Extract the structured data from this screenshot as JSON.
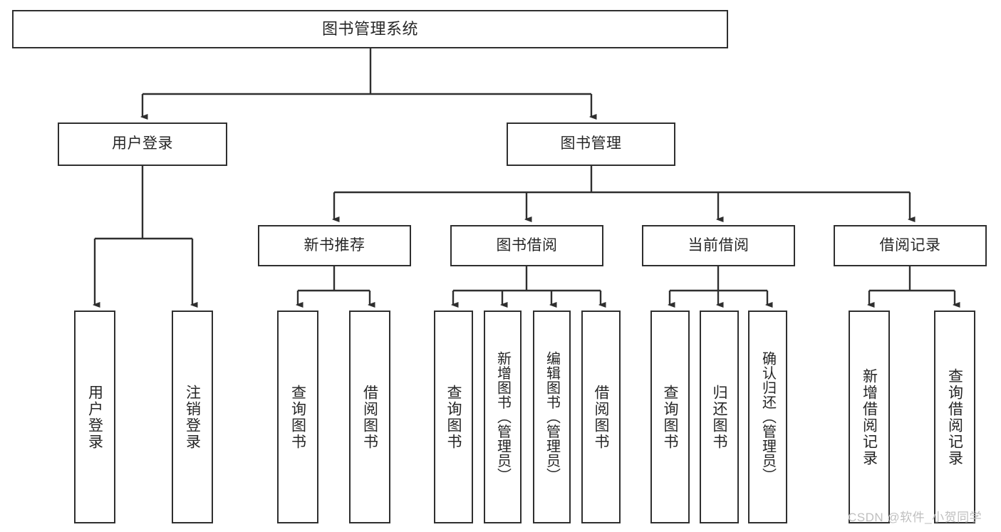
{
  "diagram": {
    "title": "图书管理系统",
    "type": "tree",
    "colors": {
      "border": "#2f2f2f",
      "fill": "#ffffff",
      "edge": "#2f2f2f",
      "text": "#262626",
      "watermark": "#bfbfbf"
    },
    "watermark": "CSDN @软件_小贺同学",
    "nodes": {
      "root": {
        "label": "图书管理系统"
      },
      "level2": [
        {
          "id": "user-login",
          "label": "用户登录"
        },
        {
          "id": "book-manage",
          "label": "图书管理"
        }
      ],
      "level3": [
        {
          "id": "new-book-recommend",
          "label": "新书推荐"
        },
        {
          "id": "book-borrow",
          "label": "图书借阅"
        },
        {
          "id": "current-borrow",
          "label": "当前借阅"
        },
        {
          "id": "borrow-record",
          "label": "借阅记录"
        }
      ],
      "leaves": {
        "user-login": [
          {
            "id": "leaf-user-login",
            "label": "用户登录"
          },
          {
            "id": "leaf-user-logout",
            "label": "注销登录"
          }
        ],
        "new-book-recommend": [
          {
            "id": "leaf-query-book-1",
            "label": "查询图书"
          },
          {
            "id": "leaf-borrow-book-1",
            "label": "借阅图书"
          }
        ],
        "book-borrow": [
          {
            "id": "leaf-query-book-2",
            "label": "查询图书"
          },
          {
            "id": "leaf-add-book",
            "label": "新增图书（管理员）"
          },
          {
            "id": "leaf-edit-book",
            "label": "编辑图书（管理员）"
          },
          {
            "id": "leaf-borrow-book-2",
            "label": "借阅图书"
          }
        ],
        "current-borrow": [
          {
            "id": "leaf-query-book-3",
            "label": "查询图书"
          },
          {
            "id": "leaf-return-book",
            "label": "归还图书"
          },
          {
            "id": "leaf-confirm-return",
            "label": "确认归还（管理员）"
          }
        ],
        "borrow-record": [
          {
            "id": "leaf-add-record",
            "label": "新增借阅记录"
          },
          {
            "id": "leaf-query-record",
            "label": "查询借阅记录"
          }
        ]
      }
    }
  }
}
